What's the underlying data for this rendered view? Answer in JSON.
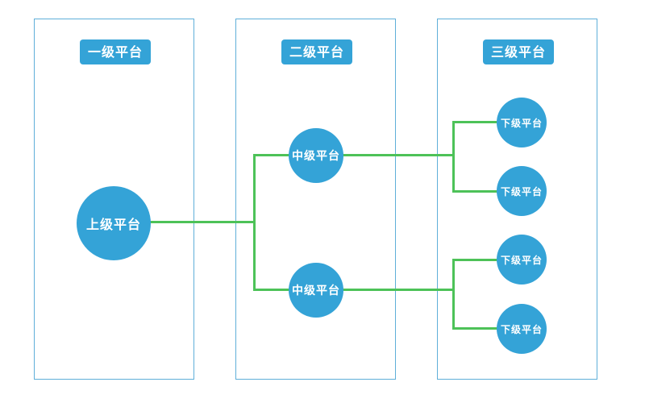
{
  "diagram": {
    "columns": [
      {
        "header": "一级平台",
        "nodes": [
          {
            "label": "上级平台"
          }
        ]
      },
      {
        "header": "二级平台",
        "nodes": [
          {
            "label": "中级平台"
          },
          {
            "label": "中级平台"
          }
        ]
      },
      {
        "header": "三级平台",
        "nodes": [
          {
            "label": "下级平台"
          },
          {
            "label": "下级平台"
          },
          {
            "label": "下级平台"
          },
          {
            "label": "下级平台"
          }
        ]
      }
    ],
    "edges": [
      {
        "from": "上级平台",
        "to": "中级平台 #1"
      },
      {
        "from": "上级平台",
        "to": "中级平台 #2"
      },
      {
        "from": "中级平台 #1",
        "to": "下级平台 #1"
      },
      {
        "from": "中级平台 #1",
        "to": "下级平台 #2"
      },
      {
        "from": "中级平台 #2",
        "to": "下级平台 #3"
      },
      {
        "from": "中级平台 #2",
        "to": "下级平台 #4"
      }
    ],
    "colors": {
      "node_fill": "#34A3D7",
      "node_text": "#FFFFFF",
      "connector": "#4DC258",
      "panel_border": "#5FAFD9",
      "background": "#FFFFFF"
    }
  }
}
